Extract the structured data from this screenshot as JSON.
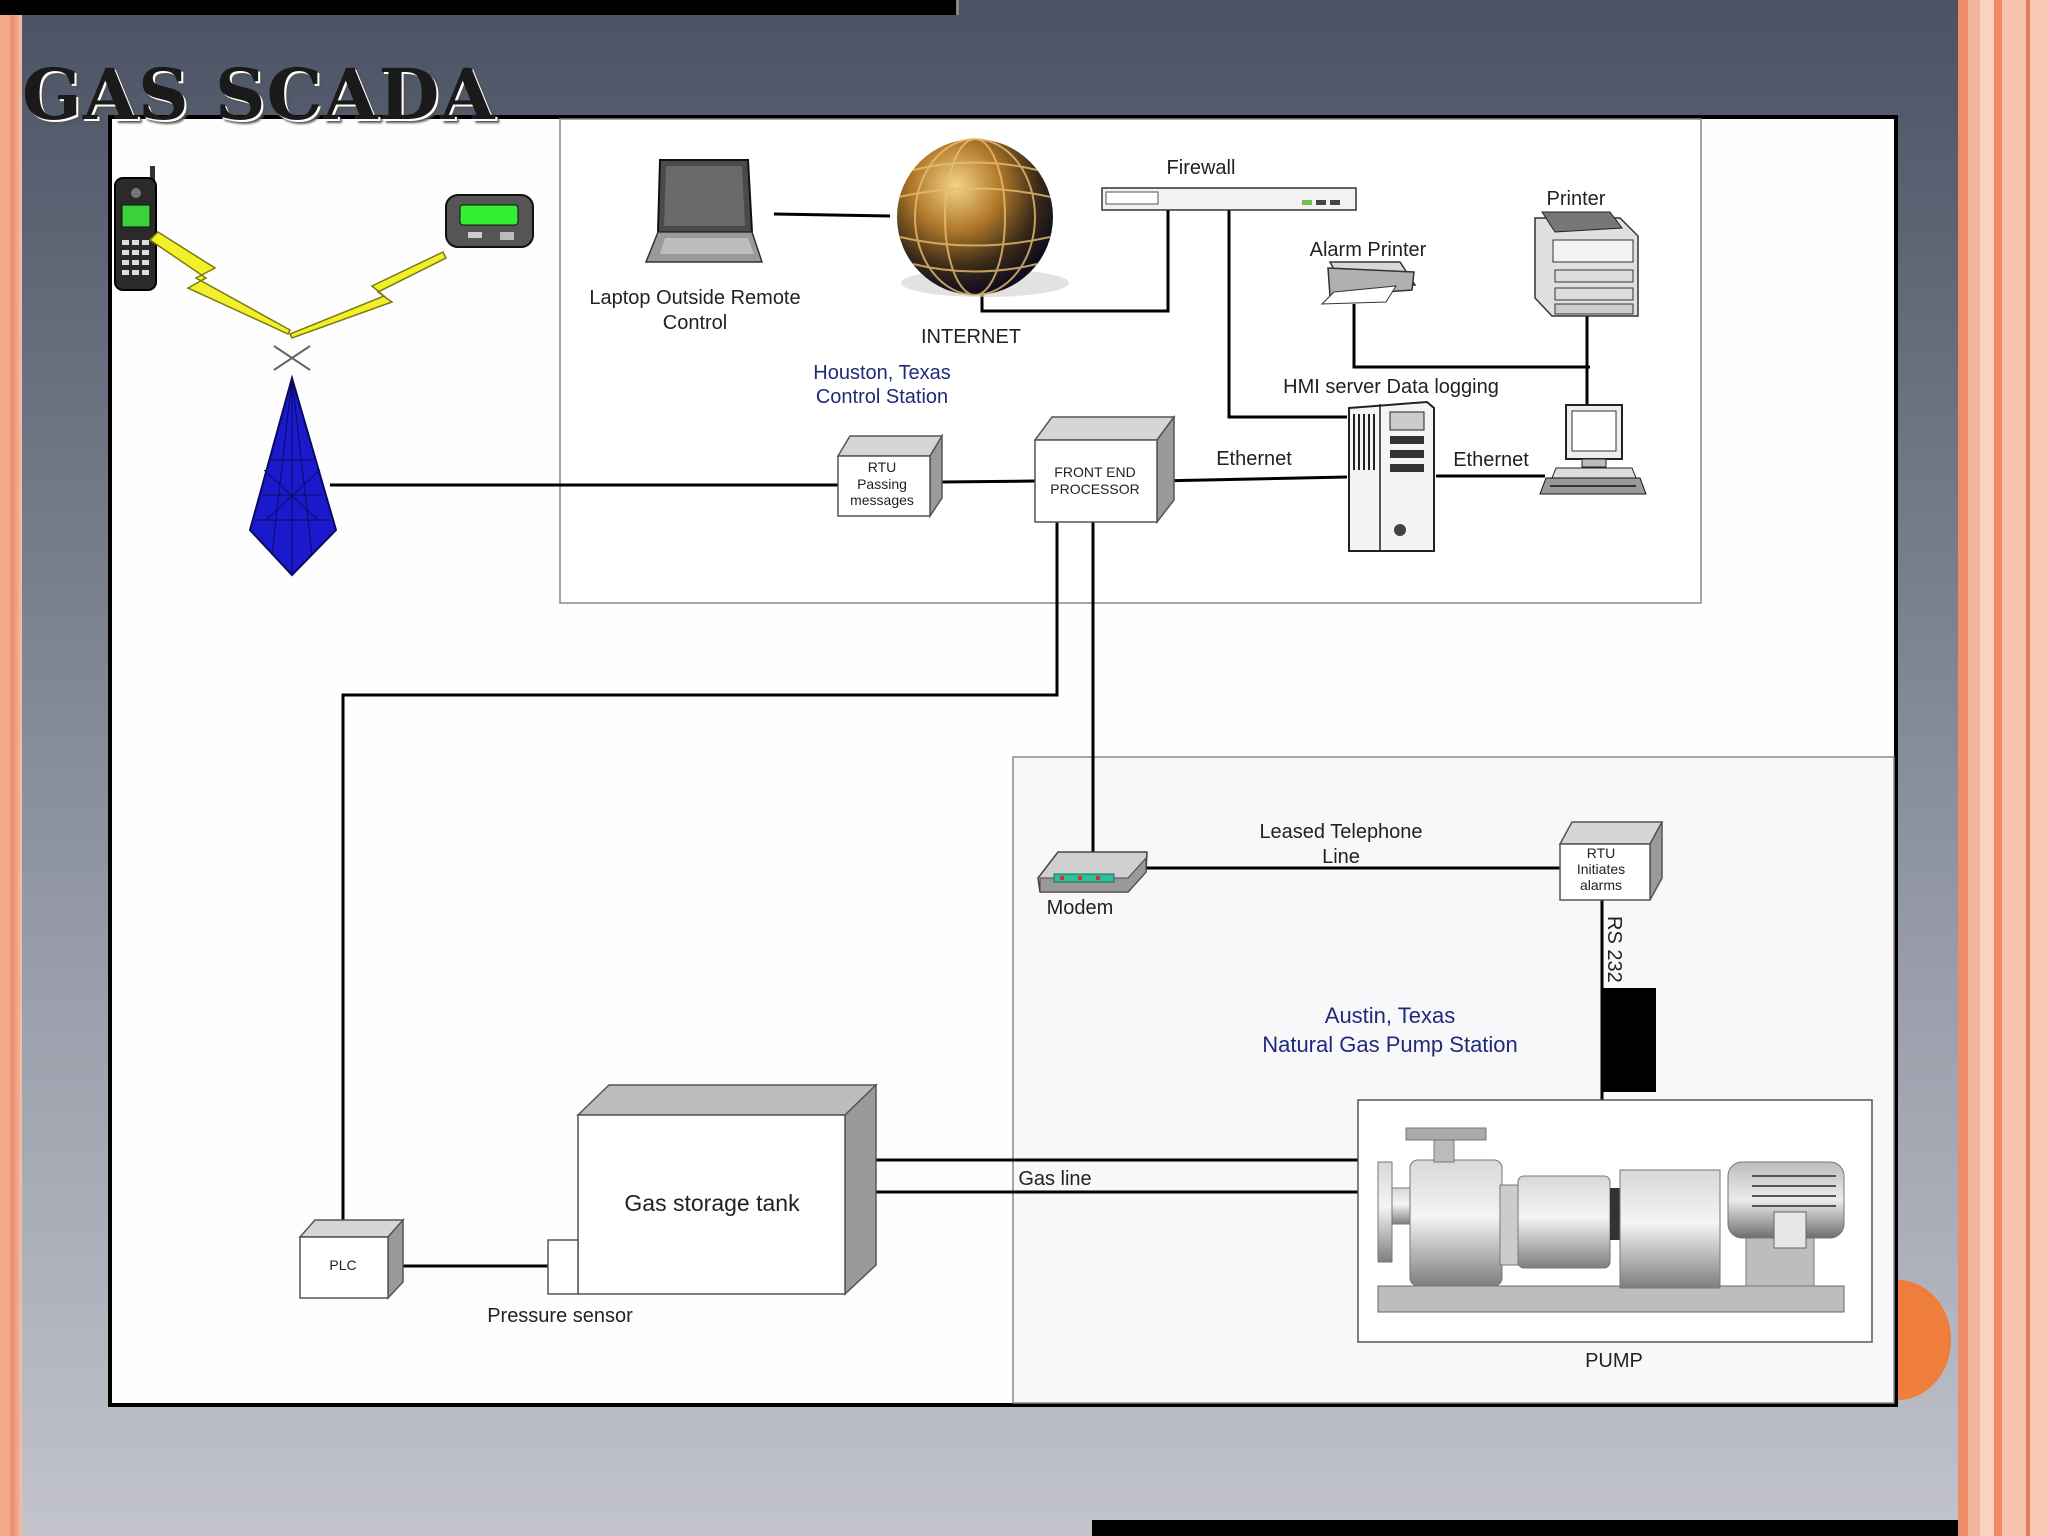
{
  "slide": {
    "title": "GAS SCADA"
  },
  "colors": {
    "accent_orange": "#ef7d3b",
    "stripe_salmon": "#f2a98c",
    "location_text": "#1f2a78",
    "antenna_blue": "#1a1acc",
    "lightning_yellow": "#f2f02a",
    "pager_screen": "#33ee33"
  },
  "icons": [
    "cell-phone-icon",
    "pager-icon",
    "lightning-icon",
    "antenna-tower-icon",
    "laptop-icon",
    "globe-icon",
    "firewall-icon",
    "alarm-printer-icon",
    "printer-icon",
    "server-tower-icon",
    "workstation-icon",
    "modem-icon",
    "pump-icon"
  ],
  "diagram": {
    "laptop": {
      "line1": "Laptop Outside Remote",
      "line2": "Control"
    },
    "internet": "INTERNET",
    "firewall": "Firewall",
    "alarm_printer": "Alarm Printer",
    "printer": "Printer",
    "houston": {
      "line1": "Houston, Texas",
      "line2": "Control Station"
    },
    "hmi_server": "HMI server Data logging",
    "rtu_top": {
      "line1": "RTU",
      "line2": "Passing",
      "line3": "messages"
    },
    "fep": {
      "line1": "FRONT END",
      "line2": "PROCESSOR"
    },
    "ethernet_left": "Ethernet",
    "ethernet_right": "Ethernet",
    "leased_line": {
      "line1": "Leased Telephone",
      "line2": "Line"
    },
    "modem": "Modem",
    "rtu_bottom": {
      "line1": "RTU",
      "line2": "Initiates",
      "line3": "alarms"
    },
    "rs232": "RS 232",
    "austin": {
      "line1": "Austin, Texas",
      "line2": "Natural Gas Pump Station"
    },
    "tank": "Gas storage tank",
    "gas_line": "Gas line",
    "plc": "PLC",
    "pressure_sensor": "Pressure sensor",
    "pump": "PUMP"
  }
}
